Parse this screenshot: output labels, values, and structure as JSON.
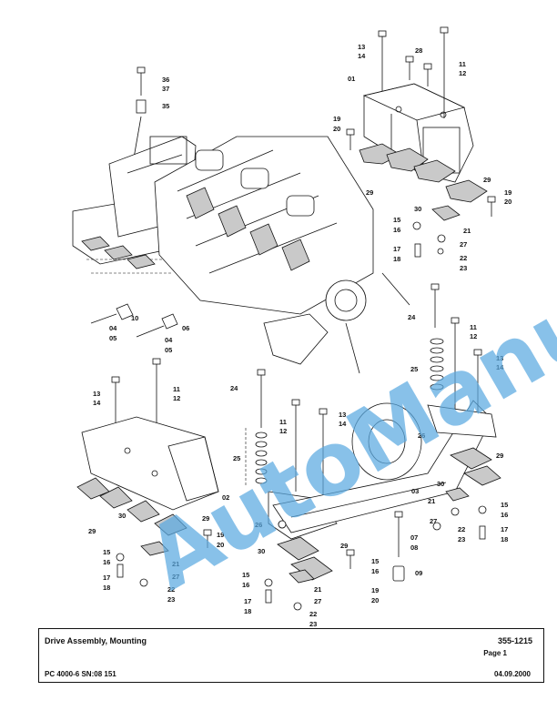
{
  "watermark": "AutoManual",
  "title_block": {
    "title": "Drive Assembly, Mounting",
    "doc_number": "355-1215",
    "page": "Page 1",
    "model": "PC 4000-6 SN:08 151",
    "date": "04.09.2000"
  },
  "callouts": {
    "c1314a": [
      "13",
      "14"
    ],
    "c28": "28",
    "c1112a": [
      "11",
      "12"
    ],
    "c01": "01",
    "c1920a": [
      "19",
      "20"
    ],
    "c29a": "29",
    "c1920b": [
      "19",
      "20"
    ],
    "c29b": "29",
    "c30a": "30",
    "c1516a": [
      "15",
      "16"
    ],
    "c21a": "21",
    "c27a": "27",
    "c1718a": [
      "17",
      "18"
    ],
    "c2223a": [
      "22",
      "23"
    ],
    "c3637": [
      "36",
      "37"
    ],
    "c35": "35",
    "c10": "10",
    "c0405a": [
      "04",
      "05"
    ],
    "c06": "06",
    "c0405b": [
      "04",
      "05"
    ],
    "c24a": "24",
    "c1112b": [
      "11",
      "12"
    ],
    "c25a": "25",
    "c1314b": [
      "13",
      "14"
    ],
    "c1314c": [
      "13",
      "14"
    ],
    "c1112c": [
      "11",
      "12"
    ],
    "c24b": "24",
    "c1112d": [
      "11",
      "12"
    ],
    "c1314d": [
      "13",
      "14"
    ],
    "c25b": "25",
    "c26a": "26",
    "c29c": "29",
    "c02": "02",
    "c03": "03",
    "c30b": "30",
    "c21b": "21",
    "c1516b": [
      "15",
      "16"
    ],
    "c27b": "27",
    "c2223b": [
      "22",
      "23"
    ],
    "c1718b": [
      "17",
      "18"
    ],
    "c29d": "29",
    "c30c": "30",
    "c29e": "29",
    "c1920c": [
      "19",
      "20"
    ],
    "c1516c": [
      "15",
      "16"
    ],
    "c21c": "21",
    "c27c": "27",
    "c1718c": [
      "17",
      "18"
    ],
    "c2223c": [
      "22",
      "23"
    ],
    "c26b": "26",
    "c0708": [
      "07",
      "08"
    ],
    "c30d": "30",
    "c29f": "29",
    "c1516d": [
      "15",
      "16"
    ],
    "c1516e": [
      "15",
      "16"
    ],
    "c21d": "21",
    "c27d": "27",
    "c1718d": [
      "17",
      "18"
    ],
    "c2223d": [
      "22",
      "23"
    ],
    "c1920d": [
      "19",
      "20"
    ],
    "c09": "09"
  }
}
